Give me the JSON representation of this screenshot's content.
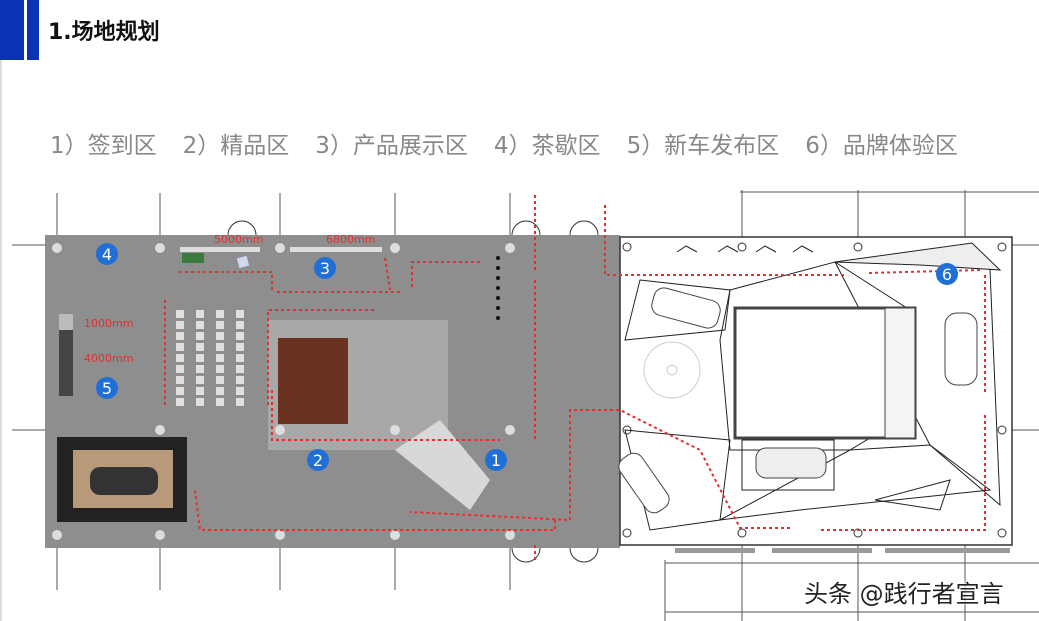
{
  "heading": "1.场地规划",
  "zones": [
    "1）签到区",
    "2）精品区",
    "3）产品展示区",
    "4）茶歇区",
    "5）新车发布区",
    "6）品牌体验区"
  ],
  "plan": {
    "markers": [
      "1",
      "2",
      "3",
      "4",
      "5",
      "6"
    ],
    "dimensions": {
      "d1": "5000mm",
      "d2": "6800mm",
      "d3": "1000mm",
      "d4": "4000mm"
    },
    "route_color": "#e03030",
    "marker_color": "#1f6fd6"
  },
  "watermark": "头条 @践行者宣言"
}
